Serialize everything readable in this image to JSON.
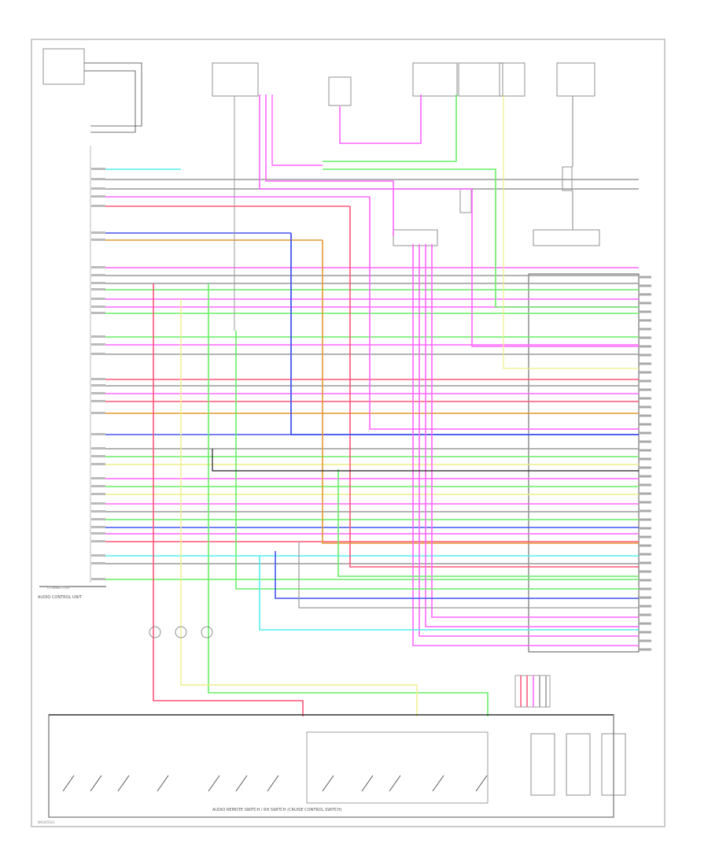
{
  "diagram": {
    "module_footer": "AUDIO REMOTE SWITCH / RH SWITCH (CRUISE CONTROL SWITCH)",
    "left_module_label": "AUDIO CONTROL UNIT",
    "left_bottom_label": "(CONNECTOR)",
    "corner_code": "W4345521"
  },
  "wire_colors": {
    "pink": "#ff66ff",
    "green": "#66ee66",
    "red": "#ff5577",
    "blue": "#4455ee",
    "orange": "#e09933",
    "yellow": "#eeee88",
    "cyan": "#55eeee",
    "gray": "#999999",
    "black": "#222222"
  }
}
